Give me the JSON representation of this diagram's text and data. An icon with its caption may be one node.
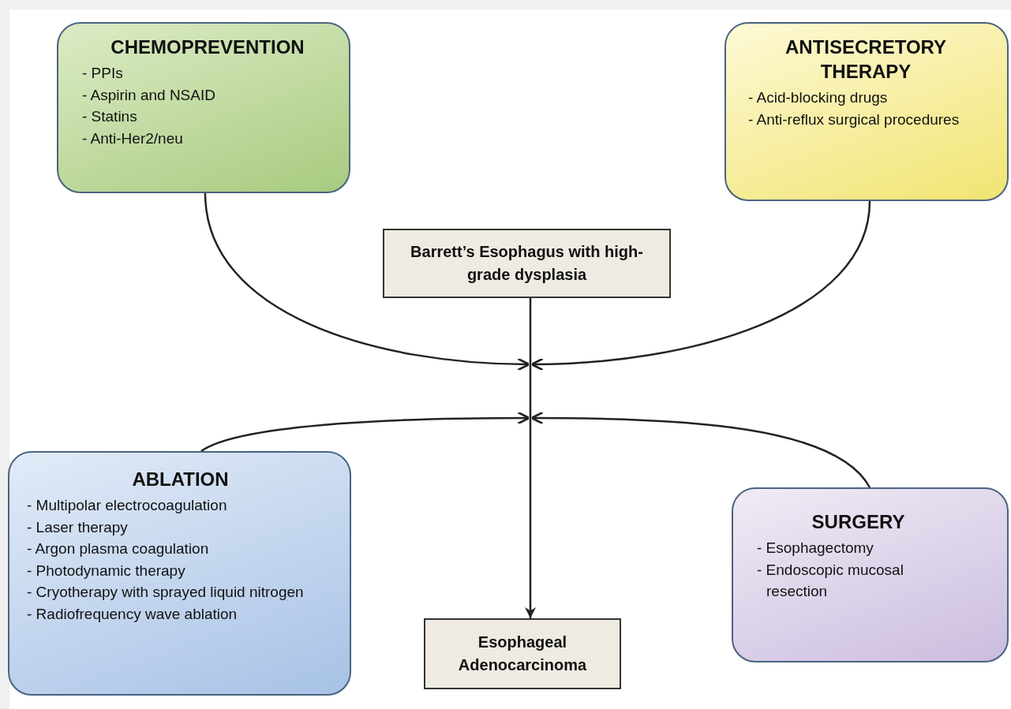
{
  "diagram": {
    "nodes": [
      {
        "text": [
          "CHEMOPREVENTION",
          "- PPIs",
          "- Aspirin and NSAID",
          "- Statins",
          "- Anti-Her2/neu"
        ]
      },
      {
        "text": [
          "ANTISECRETORY THERAPY",
          "- Acid-blocking drugs",
          "- Anti-reflux surgical procedures"
        ]
      },
      {
        "text": [
          "Barrett’s Esophagus with high-grade dysplasia"
        ]
      },
      {
        "text": [
          "ABLATION",
          "- Multipolar electrocoagulation",
          "- Laser therapy",
          "- Argon plasma coagulation",
          "- Photodynamic therapy",
          "- Cryotherapy with sprayed liquid nitrogen",
          "- Radiofrequency wave ablation"
        ]
      },
      {
        "text": [
          "SURGERY",
          "- Esophagectomy",
          "- Endoscopic mucosal resection"
        ]
      },
      {
        "text": [
          "Esophageal Adenocarcinoma"
        ]
      }
    ],
    "edges": [
      {
        "from": 2,
        "to": 5,
        "arrow": "to"
      },
      {
        "from": 0,
        "to": null,
        "arrow": "to"
      },
      {
        "from": 1,
        "to": null,
        "arrow": "to"
      },
      {
        "from": 3,
        "to": null,
        "arrow": "to"
      },
      {
        "from": 4,
        "to": null,
        "arrow": "to"
      }
    ]
  }
}
